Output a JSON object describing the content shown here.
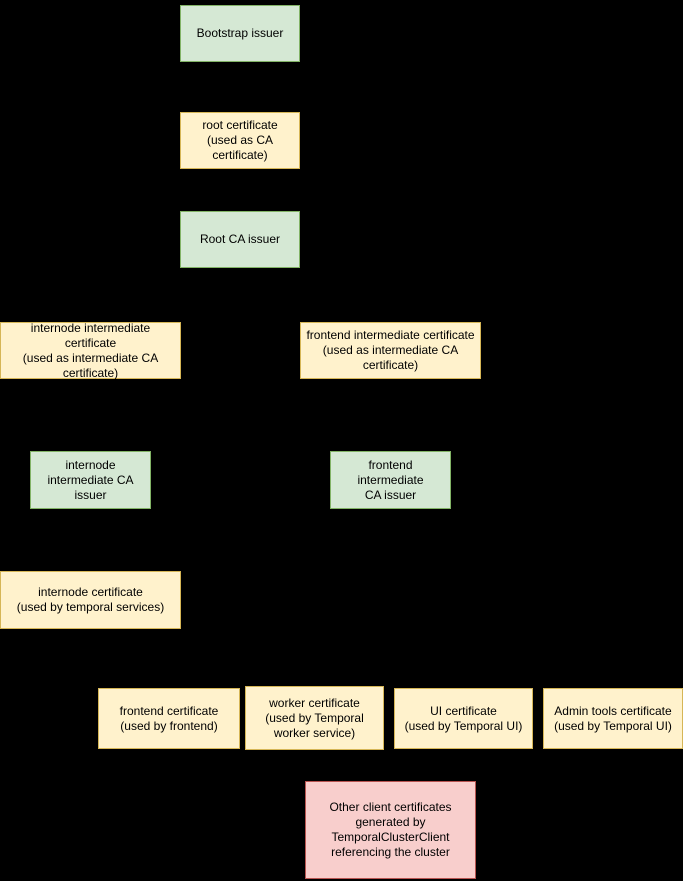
{
  "colors": {
    "background": "#000000",
    "issuer_fill": "#d5e8d4",
    "issuer_border": "#82b366",
    "certificate_fill": "#fff2cc",
    "certificate_border": "#d6b656",
    "client_fill": "#f8cecc",
    "client_border": "#b85450",
    "text": "#000000"
  },
  "nodes": [
    {
      "id": "bootstrap-issuer",
      "kind": "issuer",
      "label": "Bootstrap issuer"
    },
    {
      "id": "root-certificate",
      "kind": "certificate",
      "label": "root certificate\n(used as CA\ncertificate)"
    },
    {
      "id": "root-ca-issuer",
      "kind": "issuer",
      "label": "Root CA issuer"
    },
    {
      "id": "internode-intermediate-certificate",
      "kind": "certificate",
      "label": "internode intermediate certificate\n(used as intermediate CA\ncertificate)"
    },
    {
      "id": "frontend-intermediate-certificate",
      "kind": "certificate",
      "label": "frontend intermediate certificate\n(used as intermediate CA\ncertificate)"
    },
    {
      "id": "internode-intermediate-ca-issuer",
      "kind": "issuer",
      "label": "internode\nintermediate CA\nissuer"
    },
    {
      "id": "frontend-intermediate-ca-issuer",
      "kind": "issuer",
      "label": "frontend intermediate\nCA issuer"
    },
    {
      "id": "internode-certificate",
      "kind": "certificate",
      "label": "internode certificate\n(used by temporal services)"
    },
    {
      "id": "frontend-certificate",
      "kind": "certificate",
      "label": "frontend certificate\n(used by frontend)"
    },
    {
      "id": "worker-certificate",
      "kind": "certificate",
      "label": "worker certificate\n(used by Temporal\nworker service)"
    },
    {
      "id": "ui-certificate",
      "kind": "certificate",
      "label": "UI certificate\n(used by Temporal UI)"
    },
    {
      "id": "admin-tools-certificate",
      "kind": "certificate",
      "label": "Admin tools certificate\n(used by Temporal UI)"
    },
    {
      "id": "other-client-certificates",
      "kind": "client",
      "label": "Other client certificates\ngenerated by\nTemporalClusterClient\nreferencing the cluster"
    }
  ]
}
